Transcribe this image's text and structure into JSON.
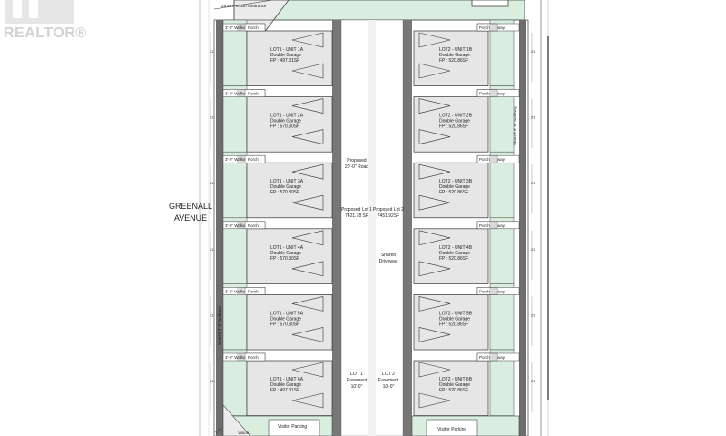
{
  "logo": {
    "text": "REALTOR®"
  },
  "street": {
    "line1": "GREENALL",
    "line2": "AVENUE"
  },
  "top": {
    "vision_clearance": "29.8FT Vision Clearance"
  },
  "road": {
    "label1": "Proposed",
    "label2": "20'-0\" Road"
  },
  "lot1": {
    "label": "Proposed Lot 1",
    "area": "7421.78 SF"
  },
  "lot2": {
    "label": "Proposed Lot 2",
    "area": "7451.92SF"
  },
  "driveway": {
    "label1": "Shared",
    "label2": "Driveway"
  },
  "easement1": {
    "l1": "LOT 1",
    "l2": "Easement",
    "l3": "10'-0\""
  },
  "easement2": {
    "l1": "LOT 2",
    "l2": "Easement",
    "l3": "10'-0\""
  },
  "walkway_label": "3'-0\" Walkway",
  "porch_label": "Porch",
  "shared_walkway": "Shared 3'-0\" walkway",
  "visitor_parking": "Visitor Parking",
  "vision_bottom": "Vision",
  "left_units": [
    {
      "name": "LOT1 - UNIT 1A",
      "garage": "Double Garage",
      "fp": "FP : 497.31SF"
    },
    {
      "name": "LOT1 - UNIT 2A",
      "garage": "Double Garage",
      "fp": "FP : 570.30SF"
    },
    {
      "name": "LOT1 - UNIT 3A",
      "garage": "Double Garage",
      "fp": "FP : 570.30SF"
    },
    {
      "name": "LOT1 - UNIT 4A",
      "garage": "Double Garage",
      "fp": "FP : 570.30SF"
    },
    {
      "name": "LOT1 - UNIT 5A",
      "garage": "Double Garage",
      "fp": "FP : 570.30SF"
    },
    {
      "name": "LOT1 - UNIT 6A",
      "garage": "Double Garage",
      "fp": "FP : 497.31SF"
    }
  ],
  "right_units": [
    {
      "name": "LOT2 - UNIT 1B",
      "garage": "Double Garage",
      "fp": "FP : 520.86SF"
    },
    {
      "name": "LOT2 - UNIT 2B",
      "garage": "Double Garage",
      "fp": "FP : 520.86SF"
    },
    {
      "name": "LOT2 - UNIT 3B",
      "garage": "Double Garage",
      "fp": "FP : 520.86SF"
    },
    {
      "name": "LOT2 - UNIT 4B",
      "garage": "Double Garage",
      "fp": "FP : 520.86SF"
    },
    {
      "name": "LOT2 - UNIT 5B",
      "garage": "Double Garage",
      "fp": "FP : 520.86SF"
    },
    {
      "name": "LOT2 - UNIT 6B",
      "garage": "Double Garage",
      "fp": "FP : 520.86SF"
    }
  ]
}
